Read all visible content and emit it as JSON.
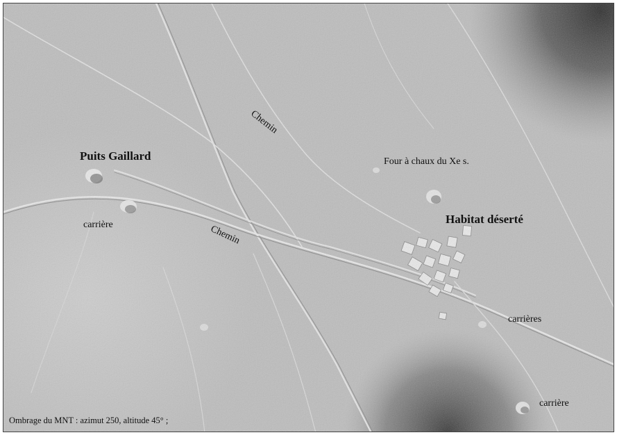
{
  "map": {
    "labels": {
      "puits_gaillard": "Puits Gaillard",
      "carriere_left": "carrière",
      "chemin_top": "Chemin",
      "chemin_middle": "Chemin",
      "four_a_chaux": "Four à chaux du Xe s.",
      "habitat_deserte": "Habitat   déserté",
      "carrieres_right": "carrières",
      "carriere_bottom": "carrière"
    },
    "caption": "Ombrage du MNT : azimut 250, altitude 45° ;",
    "colors": {
      "terrain_light": "#c3c3c3",
      "terrain_mid": "#b3b3b3",
      "terrain_dark": "#3d3d3d",
      "label_text": "#111111"
    }
  }
}
